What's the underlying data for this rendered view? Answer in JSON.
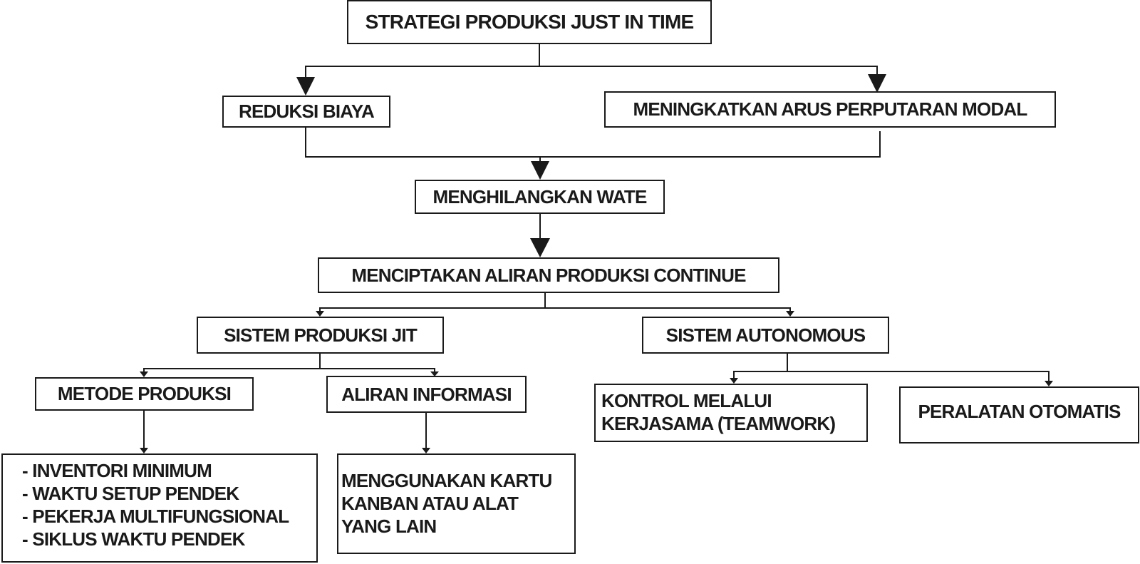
{
  "diagram": {
    "title": "STRATEGI PRODUKSI JUST IN TIME",
    "nodes": {
      "root": {
        "label": "STRATEGI PRODUKSI JUST IN TIME"
      },
      "reduksi_biaya": {
        "label": "REDUKSI BIAYA"
      },
      "arus_modal": {
        "label": "MENINGKATKAN ARUS PERPUTARAN MODAL"
      },
      "menghilangkan": {
        "label": "MENGHILANGKAN WATE"
      },
      "aliran_continue": {
        "label": "MENCIPTAKAN ALIRAN PRODUKSI CONTINUE"
      },
      "sistem_jit": {
        "label": "SISTEM PRODUKSI JIT"
      },
      "sistem_autonomous": {
        "label": "SISTEM AUTONOMOUS"
      },
      "metode_produksi": {
        "label": "METODE PRODUKSI"
      },
      "aliran_informasi": {
        "label": "ALIRAN INFORMASI"
      },
      "metode_items": {
        "lines": [
          "- INVENTORI MINIMUM",
          "- WAKTU SETUP PENDEK",
          "- PEKERJA MULTIFUNGSIONAL",
          "- SIKLUS WAKTU PENDEK"
        ]
      },
      "kanban": {
        "lines": [
          "MENGGUNAKAN KARTU",
          "KANBAN ATAU ALAT",
          "YANG LAIN"
        ]
      },
      "kontrol": {
        "lines": [
          "KONTROL MELALUI",
          "KERJASAMA (TEAMWORK)"
        ]
      },
      "peralatan": {
        "label": "PERALATAN OTOMATIS"
      }
    },
    "edges": [
      [
        "root",
        "reduksi_biaya"
      ],
      [
        "root",
        "arus_modal"
      ],
      [
        "reduksi_biaya",
        "menghilangkan"
      ],
      [
        "arus_modal",
        "menghilangkan"
      ],
      [
        "menghilangkan",
        "aliran_continue"
      ],
      [
        "aliran_continue",
        "sistem_jit"
      ],
      [
        "aliran_continue",
        "sistem_autonomous"
      ],
      [
        "sistem_jit",
        "metode_produksi"
      ],
      [
        "sistem_jit",
        "aliran_informasi"
      ],
      [
        "metode_produksi",
        "metode_items"
      ],
      [
        "aliran_informasi",
        "kanban"
      ],
      [
        "sistem_autonomous",
        "kontrol"
      ],
      [
        "sistem_autonomous",
        "peralatan"
      ]
    ],
    "colors": {
      "line": "#1a1a1a",
      "background": "#ffffff"
    }
  }
}
